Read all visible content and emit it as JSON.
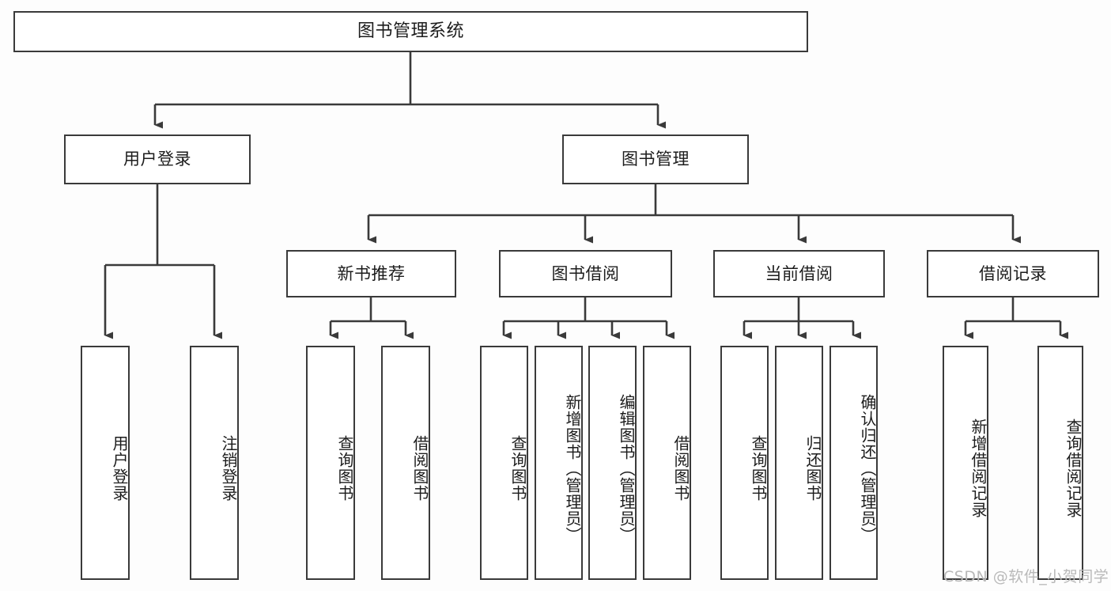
{
  "diagram": {
    "title": "图书管理系统",
    "type": "tree",
    "watermark": "CSDN @软件_小贺同学",
    "colors": {
      "background": "#fdfdfd",
      "box_fill": "#ffffff",
      "stroke": "#3a3a3a",
      "text": "#1c1c1c",
      "watermark": "#b9b9b9"
    },
    "levels": {
      "root": {
        "label": "图书管理系统"
      },
      "level2": [
        {
          "label": "用户登录"
        },
        {
          "label": "图书管理"
        }
      ],
      "level3": [
        {
          "label": "新书推荐"
        },
        {
          "label": "图书借阅"
        },
        {
          "label": "当前借阅"
        },
        {
          "label": "借阅记录"
        }
      ],
      "leaves": {
        "user_login": [
          {
            "label": "用户登录"
          },
          {
            "label": "注销登录"
          }
        ],
        "new_book_recommend": [
          {
            "label": "查询图书"
          },
          {
            "label": "借阅图书"
          }
        ],
        "book_borrow": [
          {
            "label": "查询图书"
          },
          {
            "label": "新增图书（管理员）"
          },
          {
            "label": "编辑图书（管理员）"
          },
          {
            "label": "借阅图书"
          }
        ],
        "current_borrow": [
          {
            "label": "查询图书"
          },
          {
            "label": "归还图书"
          },
          {
            "label": "确认归还（管理员）"
          }
        ],
        "borrow_records": [
          {
            "label": "新增借阅记录"
          },
          {
            "label": "查询借阅记录"
          }
        ]
      }
    }
  }
}
